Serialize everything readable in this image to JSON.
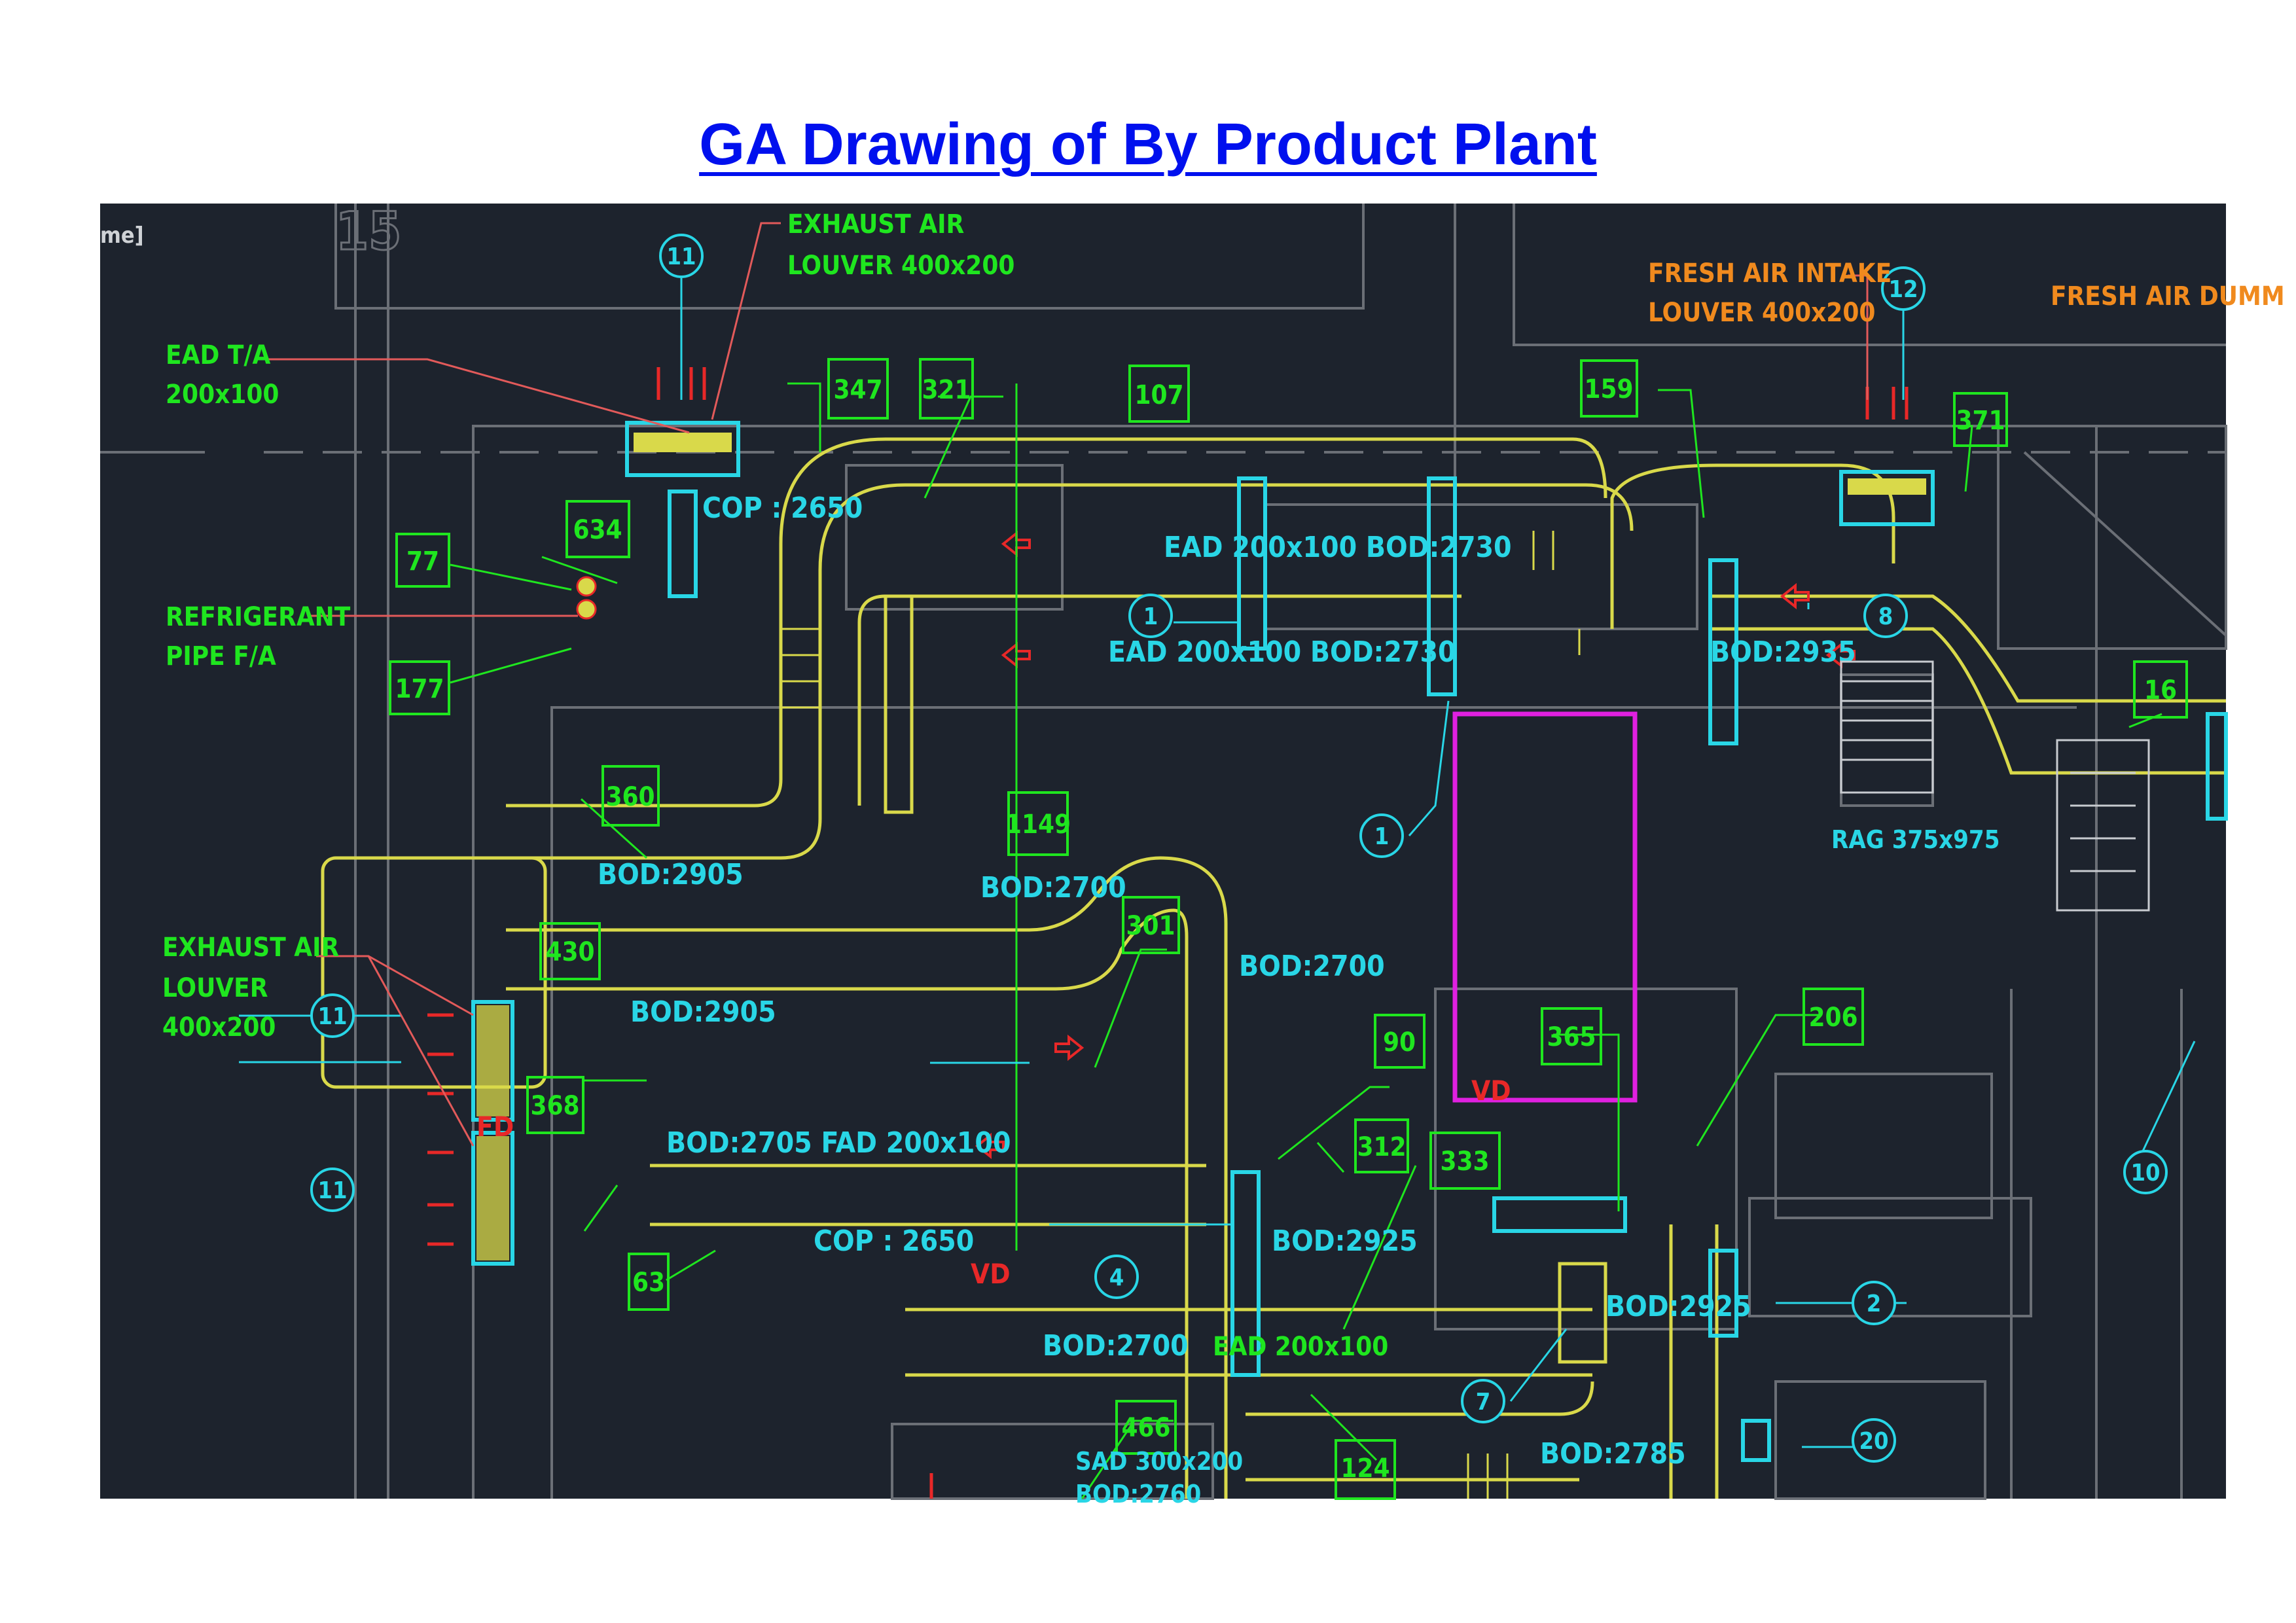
{
  "title": "GA Drawing of By Product Plant",
  "colors": {
    "background": "#1d232d",
    "title": "#0010ee",
    "duct": "#d9d94a",
    "tag": "#1fe61f",
    "cyan": "#29d6e6",
    "orange": "#f08a1e",
    "red": "#e82828",
    "magenta": "#e020e0",
    "grid": "#6b6f76"
  },
  "corner_text": "me]",
  "labels": {
    "exhaust_air_louver_top": [
      "EXHAUST AIR",
      "LOUVER 400x200"
    ],
    "ead_ta": [
      "EAD T/A",
      "200x100"
    ],
    "refrigerant": [
      "REFRIGERANT",
      "PIPE F/A"
    ],
    "exhaust_air_louver_left": [
      "EXHAUST AIR",
      "LOUVER",
      "400x200"
    ],
    "fresh_air_intake": [
      "FRESH AIR INTAKE",
      "LOUVER 400x200"
    ],
    "fresh_air_dummy": "FRESH AIR DUMM",
    "rag": "RAG 375x975",
    "sad": [
      "SAD 300x200",
      "BOD:2760"
    ]
  },
  "duct_labels": {
    "cop_top": "COP : 2650",
    "ead_top": "EAD 200x100  BOD:2730",
    "ead_mid": "EAD 200x100  BOD:2730",
    "bod_2935": "BOD:2935",
    "bod_2905_a": "BOD:2905",
    "bod_2905_b": "BOD:2905",
    "bod_2700_a": "BOD:2700",
    "bod_2700_b": "BOD:2700",
    "bod_2705": "BOD:2705  FAD 200x100",
    "cop_bottom": "COP : 2650",
    "bod_2925_a": "BOD:2925",
    "bod_2925_b": "BOD:2925",
    "bod_2700_c": "BOD:2700",
    "ead_bottom": "EAD 200x100",
    "bod_2785": "BOD:2785"
  },
  "tags": [
    "347",
    "321",
    "107",
    "159",
    "371",
    "634",
    "77",
    "177",
    "360",
    "1149",
    "430",
    "301",
    "368",
    "90",
    "365",
    "206",
    "312",
    "333",
    "63",
    "466",
    "124",
    "16"
  ],
  "balloons": [
    "11",
    "12",
    "1",
    "1",
    "8",
    "11",
    "11",
    "10",
    "4",
    "7",
    "2",
    "20"
  ],
  "markers": {
    "fd": "FD",
    "vd": "VD"
  }
}
